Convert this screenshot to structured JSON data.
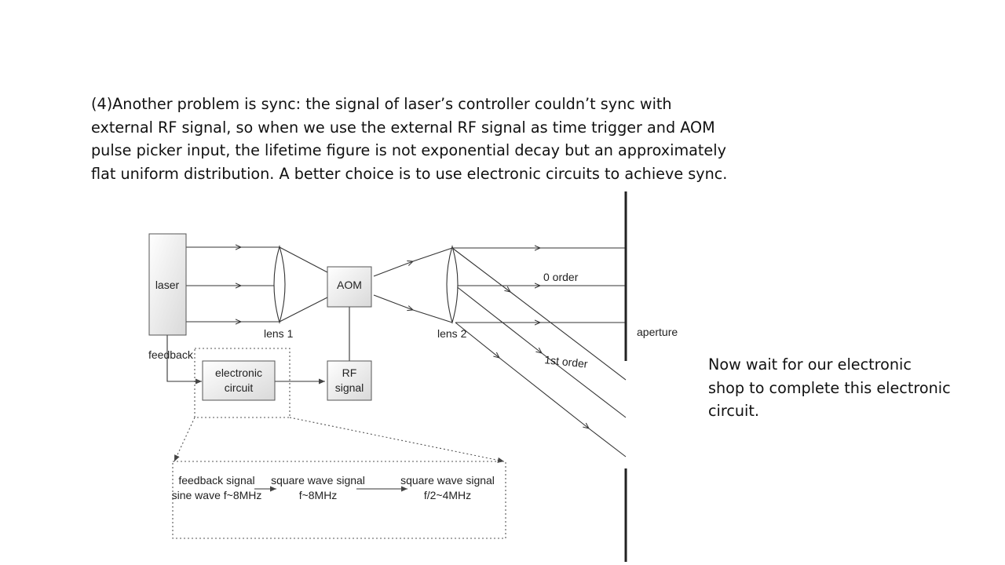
{
  "paragraph": {
    "lines": [
      "(4)Another problem is sync: the signal of laser’s controller couldn’t sync with",
      "external RF signal, so when we use the external RF signal as time trigger and AOM",
      "pulse picker input, the lifetime figure is not exponential decay but an approximately",
      "flat uniform distribution. A better choice is to use electronic circuits to achieve sync."
    ]
  },
  "note": {
    "lines": [
      "Now wait for our electronic",
      "shop to complete this electronic",
      "circuit."
    ]
  },
  "diagram": {
    "laser": "laser",
    "aom": "AOM",
    "rf_line1": "RF",
    "rf_line2": "signal",
    "electronic_line1": "electronic",
    "electronic_line2": "circuit",
    "feedback": "feedback",
    "lens1": "lens 1",
    "lens2": "lens 2",
    "order0": "0 order",
    "order1": "1st order",
    "aperture": "aperture",
    "sig1_line1": "feedback signal",
    "sig1_line2": "sine wave f~8MHz",
    "sig2_line1": "square wave signal",
    "sig2_line2": "f~8MHz",
    "sig3_line1": "square wave signal",
    "sig3_line2": "f/2~4MHz"
  }
}
